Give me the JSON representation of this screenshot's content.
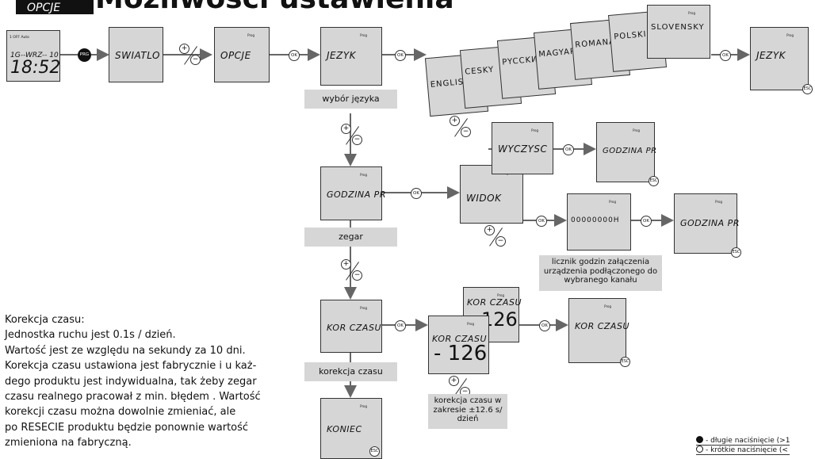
{
  "header": {
    "tag": "OPCJE",
    "title": "Możliwości ustawienia"
  },
  "start_display": {
    "top": "1 OFF Auto",
    "day_row": "1G--WRZ-- 10",
    "time": "18:52"
  },
  "prg_button": "PRG",
  "prog_label": "Prog",
  "ok_label": "OK",
  "esc_label": "ESC",
  "plus_label": "+",
  "minus_label": "−",
  "menu": {
    "swiatlo": "SWIATLO",
    "opcje": "OPCJE",
    "jezyk": "JEZYK",
    "godzina_pr": "GODZINA PR",
    "kor_czasu": "KOR CZASU",
    "koniec": "KONIEC",
    "widok": "WIDOK",
    "wyczysc": "WYCZYSC",
    "counter": "00000000H",
    "kor_value": "- 126",
    "kor_value_back": "126"
  },
  "languages": [
    "ENGLISH",
    "CESKY",
    "PYCCKИ",
    "MAGYAR",
    "ROMANA",
    "POLSKI",
    "SLOVENSKY"
  ],
  "labels": {
    "wybor_jezyka": "wybór języka",
    "zegar": "zegar",
    "korekcja_czasu": "korekcja czasu",
    "licznik": "licznik godzin załączenia urządzenia podłączonego do wybranego kanału",
    "korekcja_zakres": "korekcja czasu w zakresie ±12.6 s/ dzień"
  },
  "note_lines": [
    "Korekcja czasu:",
    "Jednostka ruchu jest 0.1s / dzień.",
    "Wartość  jest ze względu na sekundy za 10 dni.",
    "Korekcja czasu ustawiona jest fabrycznie i u każ-",
    "dego produktu jest indywidualna, tak żeby zegar",
    "czasu realnego pracował z min. błędem . Wartość",
    "korekcji czasu można dowolnie zmieniać, ale",
    "po RESECIE produktu będzie ponownie wartość",
    "zmieniona na fabryczną."
  ],
  "legend": {
    "long": "- długie naciśnięcie (>1",
    "short": "- krótkie naciśnięcie (<"
  }
}
